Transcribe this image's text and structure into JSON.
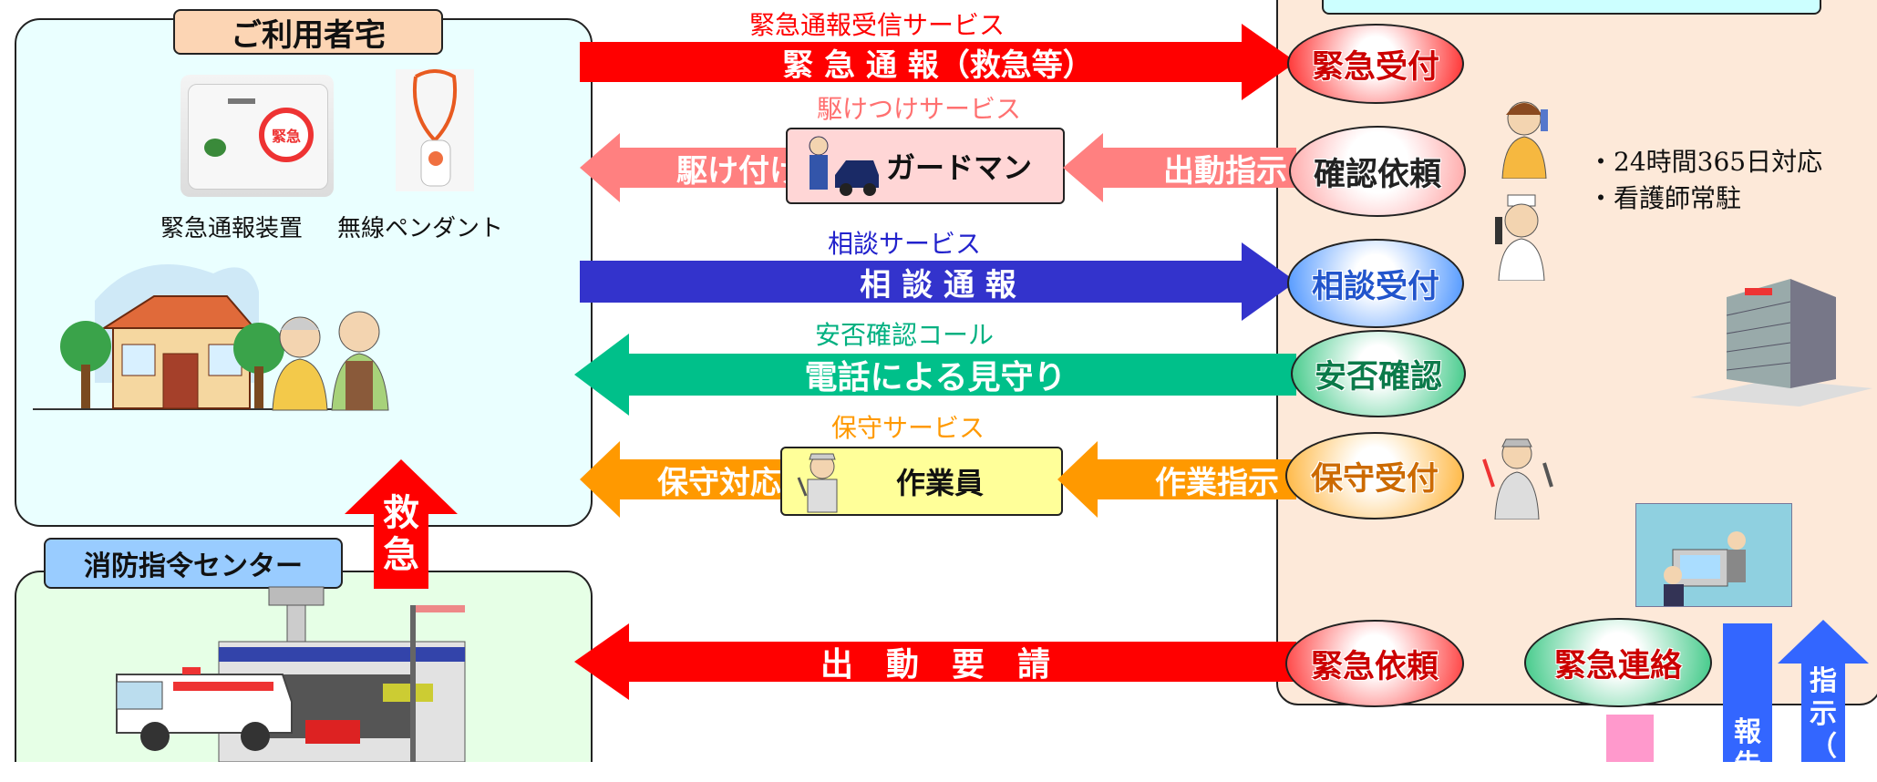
{
  "user_home": {
    "title": "ご利用者宅",
    "device_label": "緊急通報装置",
    "pendant_label": "無線ペンダント",
    "device_button_text": "緊急"
  },
  "fire_center": {
    "title": "消防指令センター",
    "ambulance_arrow_label": [
      "救",
      "急"
    ]
  },
  "flows": {
    "emergency": {
      "service": "緊急通報受信サービス",
      "arrow": "緊 急 通 報（救急等）",
      "receiver": "緊急受付"
    },
    "rush": {
      "service": "駆けつけサービス",
      "arrow_out": "駆け付け",
      "agent": "ガードマン",
      "arrow_in": "出動指示",
      "receiver": "確認依頼"
    },
    "consult": {
      "service": "相談サービス",
      "arrow": "相 談 通 報",
      "receiver": "相談受付"
    },
    "safety": {
      "service": "安否確認コール",
      "arrow": "電話による見守り",
      "receiver": "安否確認"
    },
    "maintenance": {
      "service": "保守サービス",
      "arrow_out": "保守対応",
      "agent": "作業員",
      "arrow_in": "作業指示",
      "receiver": "保守受付"
    },
    "dispatch": {
      "arrow": "出　動　要　請",
      "receiver": "緊急依頼"
    }
  },
  "center": {
    "features": [
      "・24時間365日対応",
      "・看護師常駐"
    ],
    "emergency_contact": "緊急連絡",
    "report_label": [
      "報",
      "告"
    ],
    "instruction_label": [
      "指",
      "示",
      "（"
    ]
  },
  "colors": {
    "emergency_red": "#ff0000",
    "rush_pink": "#ff8080",
    "consult_blue": "#3333cc",
    "safety_green": "#00c08a",
    "maintenance_orange": "#ff9900",
    "center_bg": "#fde9d9",
    "home_bg": "#eaffff",
    "fire_bg": "#e6ffe6"
  }
}
